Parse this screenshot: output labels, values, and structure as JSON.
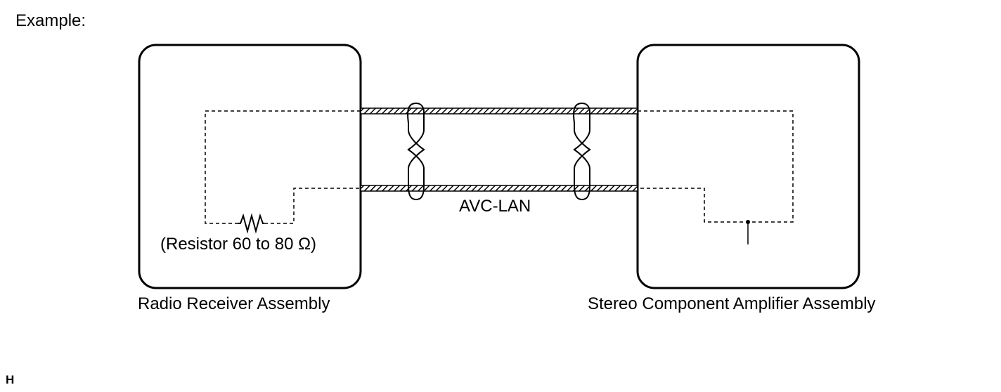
{
  "header": {
    "example_label": "Example:"
  },
  "left_component": {
    "name": "Radio Receiver Assembly",
    "resistor_label": "(Resistor 60 to 80 Ω)"
  },
  "right_component": {
    "name": "Stereo Component Amplifier Assembly"
  },
  "bus": {
    "label": "AVC-LAN"
  },
  "footer": {
    "code": "H"
  }
}
